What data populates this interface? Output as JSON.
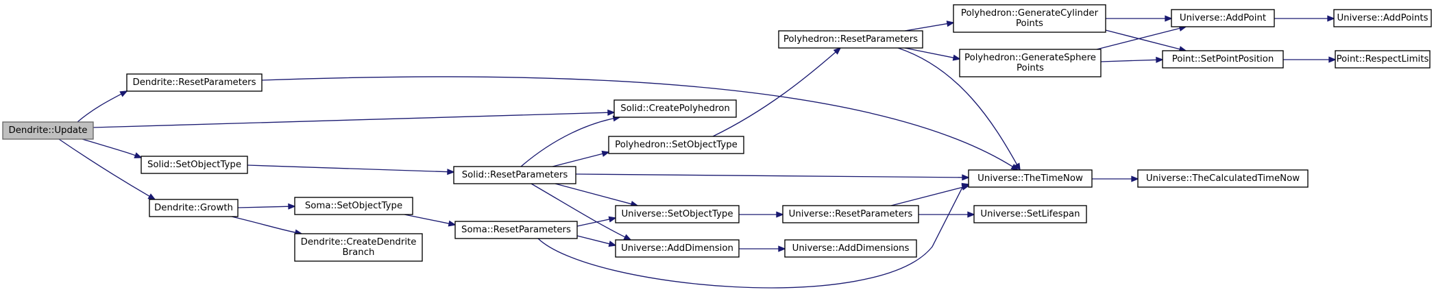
{
  "graph": {
    "edge_color": "#191970",
    "root_fill": "#bfbfbf",
    "nodes": [
      {
        "id": "dendrite-update",
        "label": [
          "Dendrite::Update"
        ],
        "root": true
      },
      {
        "id": "dendrite-resetparameters",
        "label": [
          "Dendrite::ResetParameters"
        ]
      },
      {
        "id": "solid-setobjecttype",
        "label": [
          "Solid::SetObjectType"
        ]
      },
      {
        "id": "dendrite-growth",
        "label": [
          "Dendrite::Growth"
        ]
      },
      {
        "id": "solid-createpolyhedron",
        "label": [
          "Solid::CreatePolyhedron"
        ]
      },
      {
        "id": "polyhedron-setobjecttype",
        "label": [
          "Polyhedron::SetObjectType"
        ]
      },
      {
        "id": "solid-resetparameters",
        "label": [
          "Solid::ResetParameters"
        ]
      },
      {
        "id": "soma-setobjecttype",
        "label": [
          "Soma::SetObjectType"
        ]
      },
      {
        "id": "dendrite-createdendritebranch",
        "label": [
          "Dendrite::CreateDendrite",
          "Branch"
        ]
      },
      {
        "id": "soma-resetparameters",
        "label": [
          "Soma::ResetParameters"
        ]
      },
      {
        "id": "universe-setobjecttype",
        "label": [
          "Universe::SetObjectType"
        ]
      },
      {
        "id": "universe-adddimension",
        "label": [
          "Universe::AddDimension"
        ]
      },
      {
        "id": "polyhedron-resetparameters",
        "label": [
          "Polyhedron::ResetParameters"
        ]
      },
      {
        "id": "universe-resetparameters",
        "label": [
          "Universe::ResetParameters"
        ]
      },
      {
        "id": "universe-adddimensions",
        "label": [
          "Universe::AddDimensions"
        ]
      },
      {
        "id": "polyhedron-generatecylinderpoints",
        "label": [
          "Polyhedron::GenerateCylinder",
          "Points"
        ]
      },
      {
        "id": "polyhedron-generatespherepoints",
        "label": [
          "Polyhedron::GenerateSphere",
          "Points"
        ]
      },
      {
        "id": "universe-thetimenow",
        "label": [
          "Universe::TheTimeNow"
        ]
      },
      {
        "id": "universe-setlifespan",
        "label": [
          "Universe::SetLifespan"
        ]
      },
      {
        "id": "universe-addpoint",
        "label": [
          "Universe::AddPoint"
        ]
      },
      {
        "id": "point-setpointposition",
        "label": [
          "Point::SetPointPosition"
        ]
      },
      {
        "id": "universe-thecalculatedtimenow",
        "label": [
          "Universe::TheCalculatedTimeNow"
        ]
      },
      {
        "id": "universe-addpoints",
        "label": [
          "Universe::AddPoints"
        ]
      },
      {
        "id": "point-respectlimits",
        "label": [
          "Point::RespectLimits"
        ]
      }
    ],
    "edges": [
      {
        "from": "dendrite-update",
        "to": "dendrite-resetparameters"
      },
      {
        "from": "dendrite-update",
        "to": "solid-createpolyhedron"
      },
      {
        "from": "dendrite-update",
        "to": "solid-setobjecttype"
      },
      {
        "from": "dendrite-update",
        "to": "dendrite-growth"
      },
      {
        "from": "dendrite-resetparameters",
        "to": "universe-thetimenow"
      },
      {
        "from": "solid-setobjecttype",
        "to": "solid-resetparameters"
      },
      {
        "from": "dendrite-growth",
        "to": "soma-setobjecttype"
      },
      {
        "from": "dendrite-growth",
        "to": "dendrite-createdendritebranch"
      },
      {
        "from": "solid-resetparameters",
        "to": "solid-createpolyhedron"
      },
      {
        "from": "solid-resetparameters",
        "to": "polyhedron-setobjecttype"
      },
      {
        "from": "solid-resetparameters",
        "to": "universe-thetimenow"
      },
      {
        "from": "solid-resetparameters",
        "to": "universe-setobjecttype"
      },
      {
        "from": "solid-resetparameters",
        "to": "universe-adddimension"
      },
      {
        "from": "polyhedron-setobjecttype",
        "to": "polyhedron-resetparameters"
      },
      {
        "from": "soma-setobjecttype",
        "to": "soma-resetparameters"
      },
      {
        "from": "soma-resetparameters",
        "to": "universe-setobjecttype"
      },
      {
        "from": "soma-resetparameters",
        "to": "universe-adddimension"
      },
      {
        "from": "soma-resetparameters",
        "to": "universe-thetimenow"
      },
      {
        "from": "universe-setobjecttype",
        "to": "universe-resetparameters"
      },
      {
        "from": "universe-adddimension",
        "to": "universe-adddimensions"
      },
      {
        "from": "universe-resetparameters",
        "to": "universe-thetimenow"
      },
      {
        "from": "universe-resetparameters",
        "to": "universe-setlifespan"
      },
      {
        "from": "polyhedron-resetparameters",
        "to": "polyhedron-generatecylinderpoints"
      },
      {
        "from": "polyhedron-resetparameters",
        "to": "polyhedron-generatespherepoints"
      },
      {
        "from": "polyhedron-resetparameters",
        "to": "universe-thetimenow"
      },
      {
        "from": "polyhedron-generatecylinderpoints",
        "to": "universe-addpoint"
      },
      {
        "from": "polyhedron-generatecylinderpoints",
        "to": "point-setpointposition"
      },
      {
        "from": "polyhedron-generatespherepoints",
        "to": "universe-addpoint"
      },
      {
        "from": "polyhedron-generatespherepoints",
        "to": "point-setpointposition"
      },
      {
        "from": "universe-thetimenow",
        "to": "universe-thecalculatedtimenow"
      },
      {
        "from": "universe-addpoint",
        "to": "universe-addpoints"
      },
      {
        "from": "point-setpointposition",
        "to": "point-respectlimits"
      }
    ]
  }
}
